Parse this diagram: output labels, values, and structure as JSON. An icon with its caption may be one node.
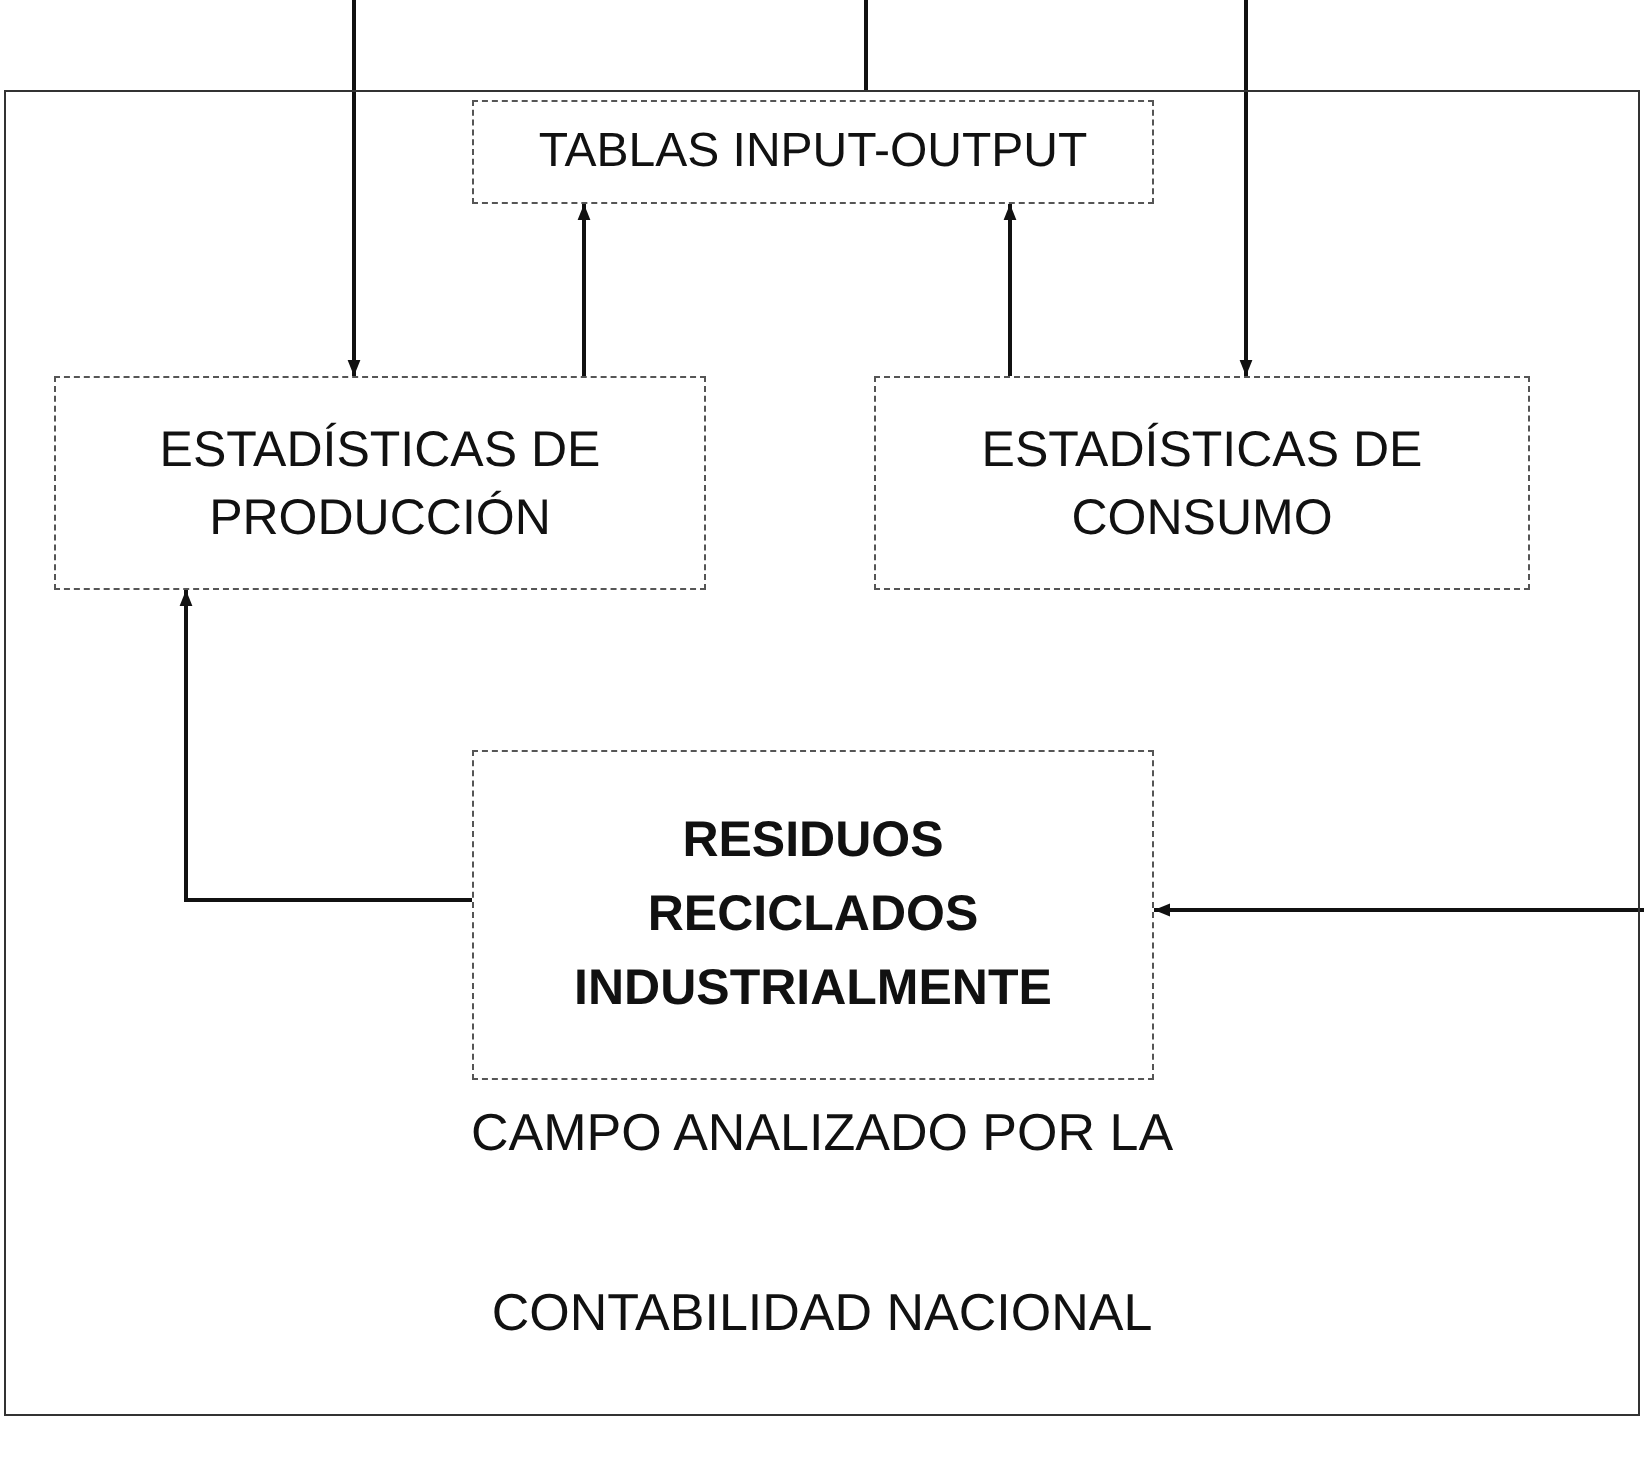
{
  "diagram": {
    "nodes": [
      {
        "text": [
          "CAMPO ANALIZADO POR LA CONTABILIDAD NACIONAL"
        ]
      },
      {
        "text": [
          "TABLAS INPUT-OUTPUT"
        ],
        "in": 0
      },
      {
        "text": [
          "ESTADÍSTICAS DE PRODUCCIÓN"
        ],
        "in": 0
      },
      {
        "text": [
          "ESTADÍSTICAS DE CONSUMO"
        ],
        "in": 0
      },
      {
        "text": [
          "RESIDUOS RECICLADOS INDUSTRIALMENTE"
        ],
        "in": 0
      }
    ],
    "edges": [
      {
        "from": null,
        "to": 2,
        "arrow": "to"
      },
      {
        "from": null,
        "to": 3,
        "arrow": "to"
      },
      {
        "from": null,
        "to": 0,
        "arrow": "none"
      },
      {
        "from": 2,
        "to": 1,
        "arrow": "to"
      },
      {
        "from": 3,
        "to": 1,
        "arrow": "to"
      },
      {
        "from": 4,
        "to": 2,
        "arrow": "to"
      },
      {
        "from": null,
        "to": 4,
        "arrow": "to"
      }
    ]
  }
}
